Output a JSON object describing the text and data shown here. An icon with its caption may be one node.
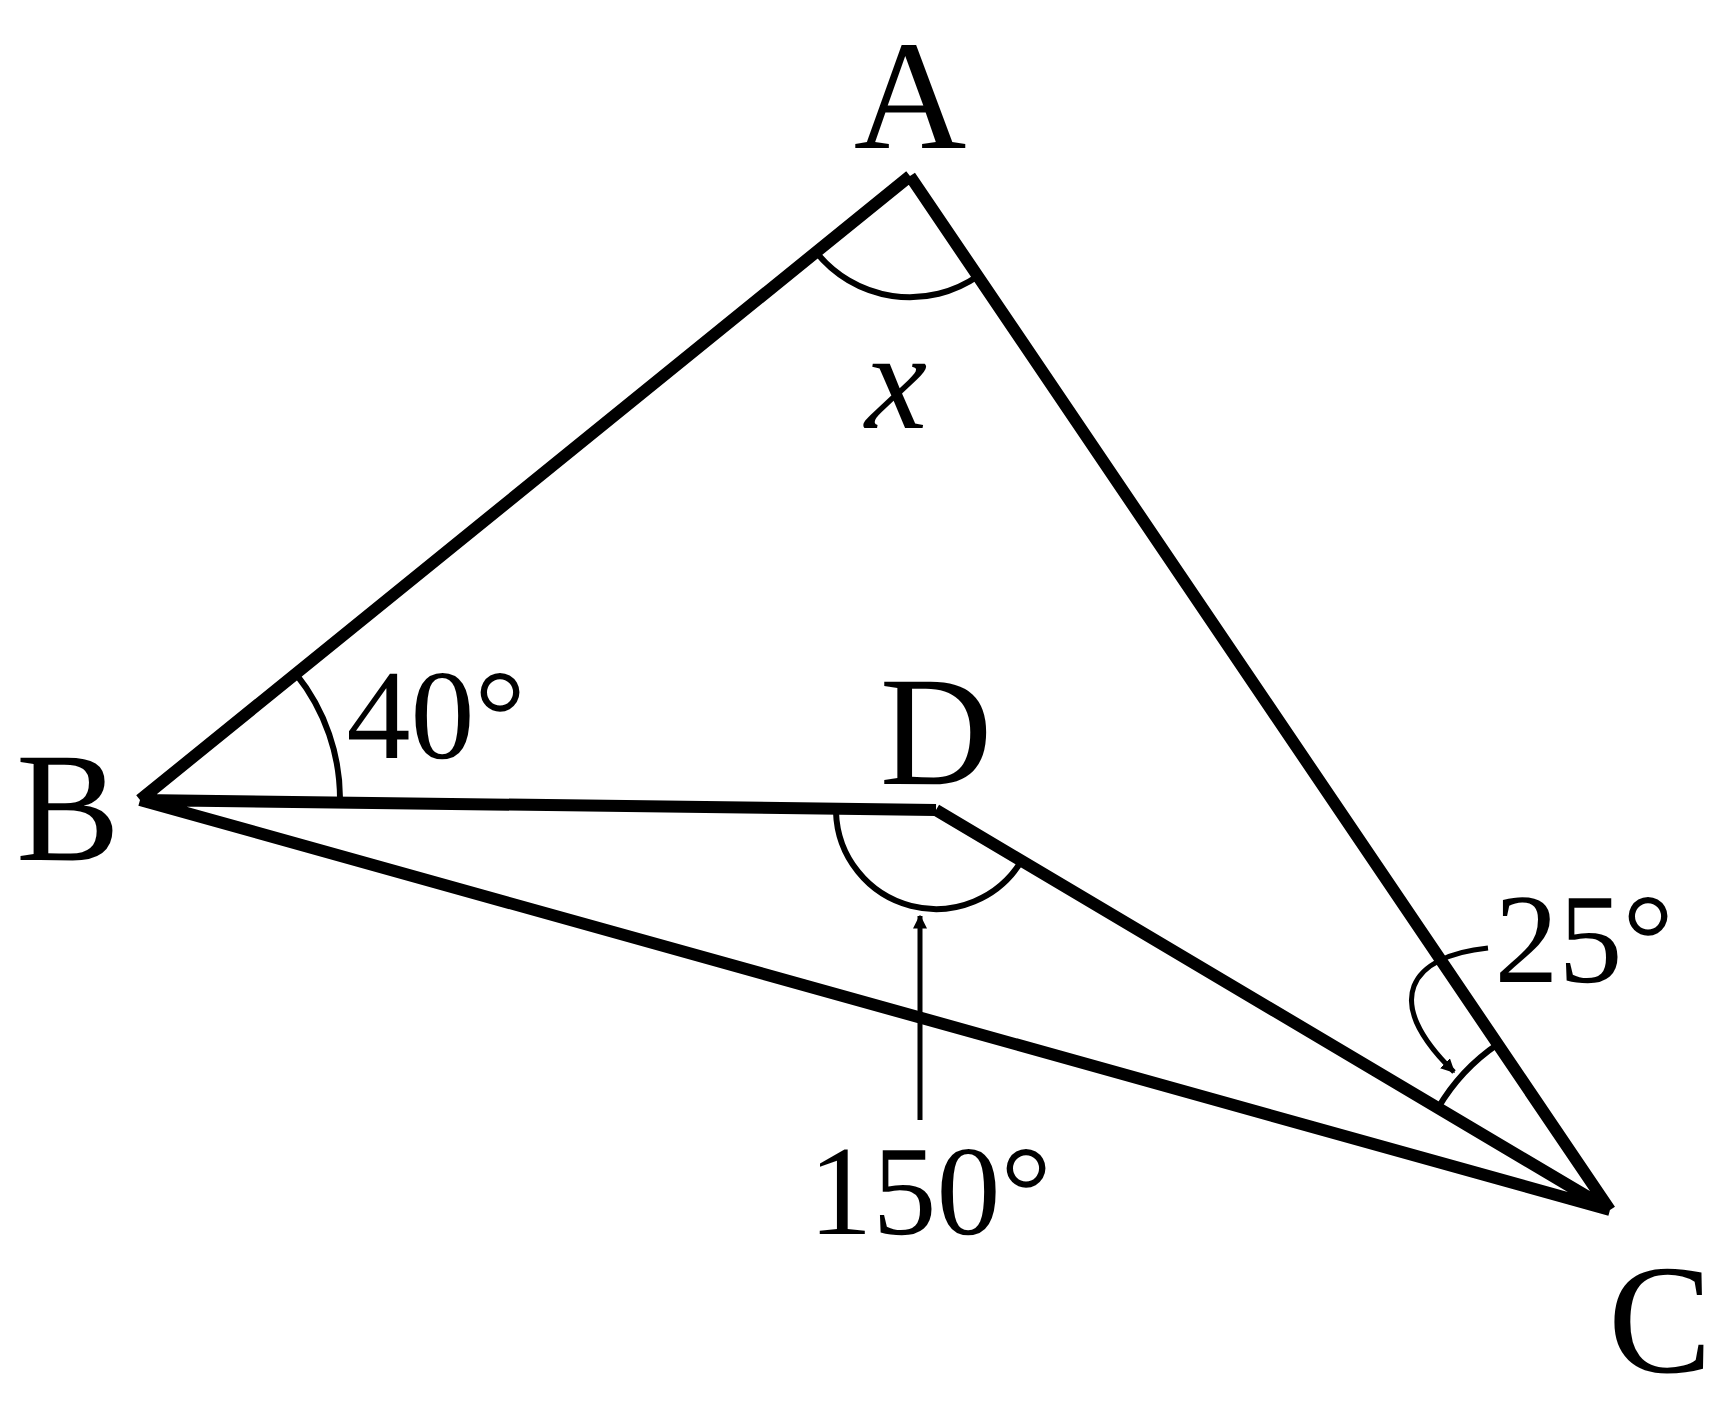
{
  "diagram": {
    "nodes": [
      {
        "text": [
          "25°"
        ]
      },
      {
        "text": [],
        "shape": "arc"
      },
      {
        "text": [
          "150°"
        ]
      },
      {
        "text": [],
        "shape": "arc"
      }
    ],
    "edges": [
      {
        "from": 0,
        "to": 1,
        "arrow": "to"
      },
      {
        "from": 2,
        "to": 3,
        "arrow": "to"
      }
    ],
    "labels": [
      "A",
      "x",
      "40°",
      "B",
      "D",
      "C"
    ]
  }
}
